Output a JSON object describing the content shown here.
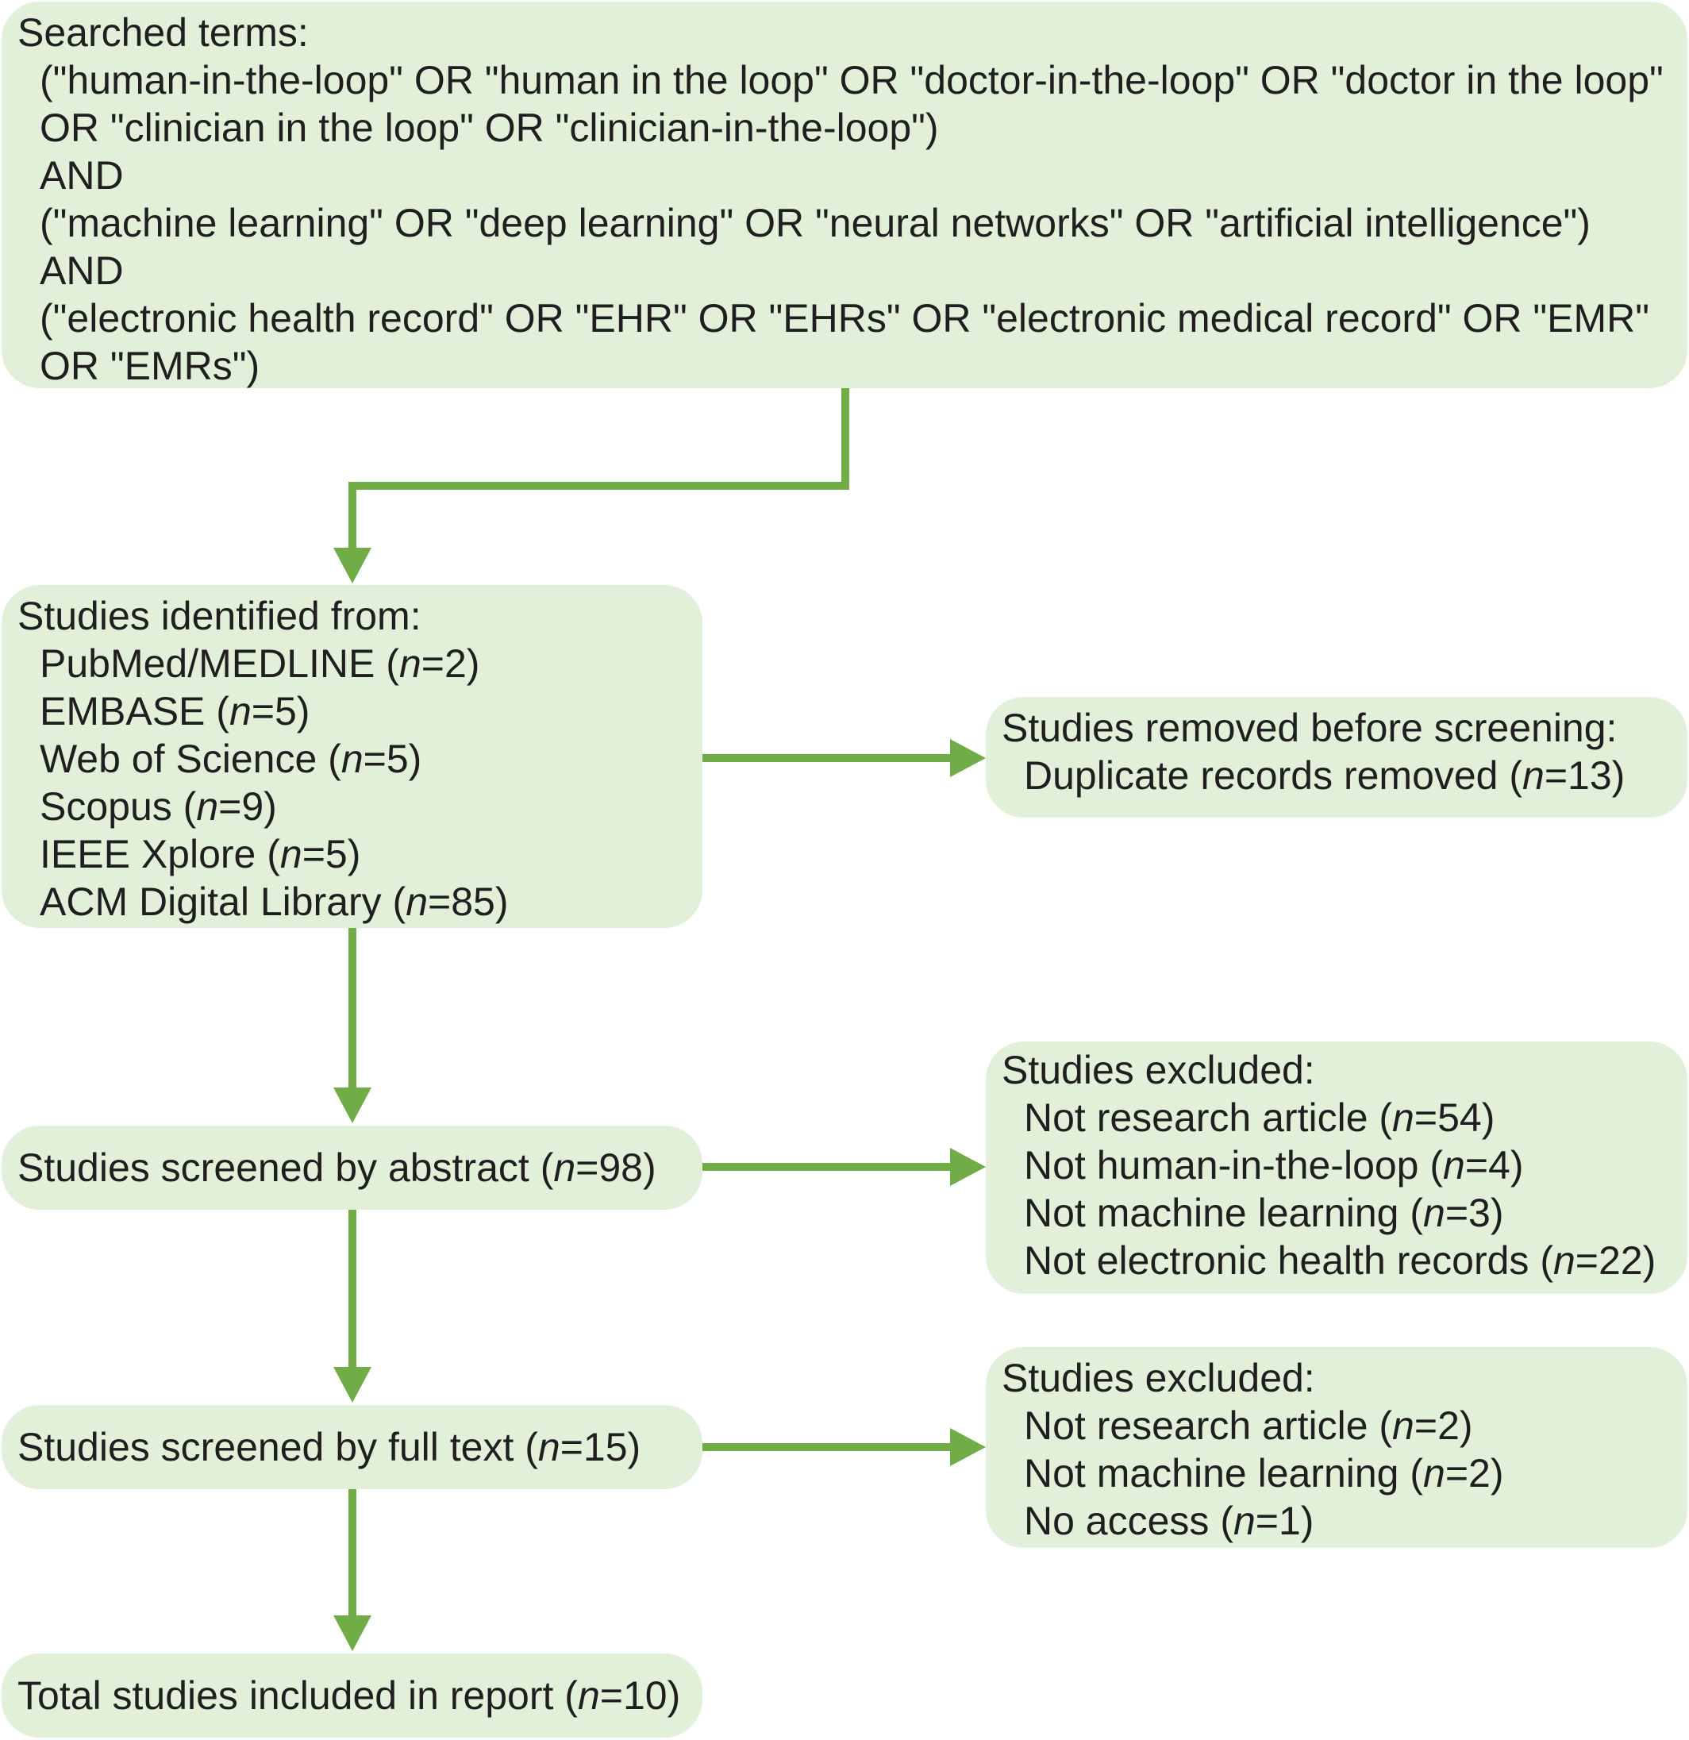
{
  "colors": {
    "box_fill": "#e2efd9",
    "arrow": "#70ad47",
    "text": "#1f1f1f"
  },
  "search": {
    "heading": "Searched terms:",
    "lines": [
      "(\"human-in-the-loop\" OR \"human in the loop\" OR \"doctor-in-the-loop\" OR \"doctor in the loop\"",
      "OR \"clinician in the loop\" OR \"clinician-in-the-loop\")",
      "AND",
      "(\"machine learning\" OR \"deep learning\" OR \"neural networks\" OR \"artificial intelligence\")",
      "AND",
      "(\"electronic health record\" OR \"EHR\" OR \"EHRs\" OR \"electronic medical record\" OR \"EMR\"",
      "OR \"EMRs\")"
    ]
  },
  "identified": {
    "heading": "Studies identified from:",
    "sources": [
      {
        "label": "PubMed/MEDLINE (",
        "n": "2"
      },
      {
        "label": "EMBASE (",
        "n": "5"
      },
      {
        "label": "Web of Science (",
        "n": "5"
      },
      {
        "label": "Scopus (",
        "n": "9"
      },
      {
        "label": "IEEE Xplore (",
        "n": "5"
      },
      {
        "label": "ACM Digital Library (",
        "n": "85"
      }
    ]
  },
  "removed": {
    "heading": "Studies removed before screening:",
    "items": [
      {
        "label": "Duplicate records removed (",
        "n": "13"
      }
    ]
  },
  "abstract": {
    "label": "Studies screened by abstract (",
    "n": "98"
  },
  "excluded_abstract": {
    "heading": "Studies excluded:",
    "items": [
      {
        "label": "Not research article (",
        "n": "54"
      },
      {
        "label": "Not human-in-the-loop (",
        "n": "4"
      },
      {
        "label": "Not machine learning (",
        "n": "3"
      },
      {
        "label": "Not electronic health records (",
        "n": "22"
      }
    ]
  },
  "fulltext": {
    "label": "Studies screened by full text (",
    "n": "15"
  },
  "excluded_fulltext": {
    "heading": "Studies excluded:",
    "items": [
      {
        "label": "Not research article (",
        "n": "2"
      },
      {
        "label": "Not machine learning (",
        "n": "2"
      },
      {
        "label": "No access (",
        "n": "1"
      }
    ]
  },
  "included": {
    "label": "Total studies included in report (",
    "n": "10"
  },
  "n_symbol": "n",
  "eq": "=",
  "close_paren": ")"
}
